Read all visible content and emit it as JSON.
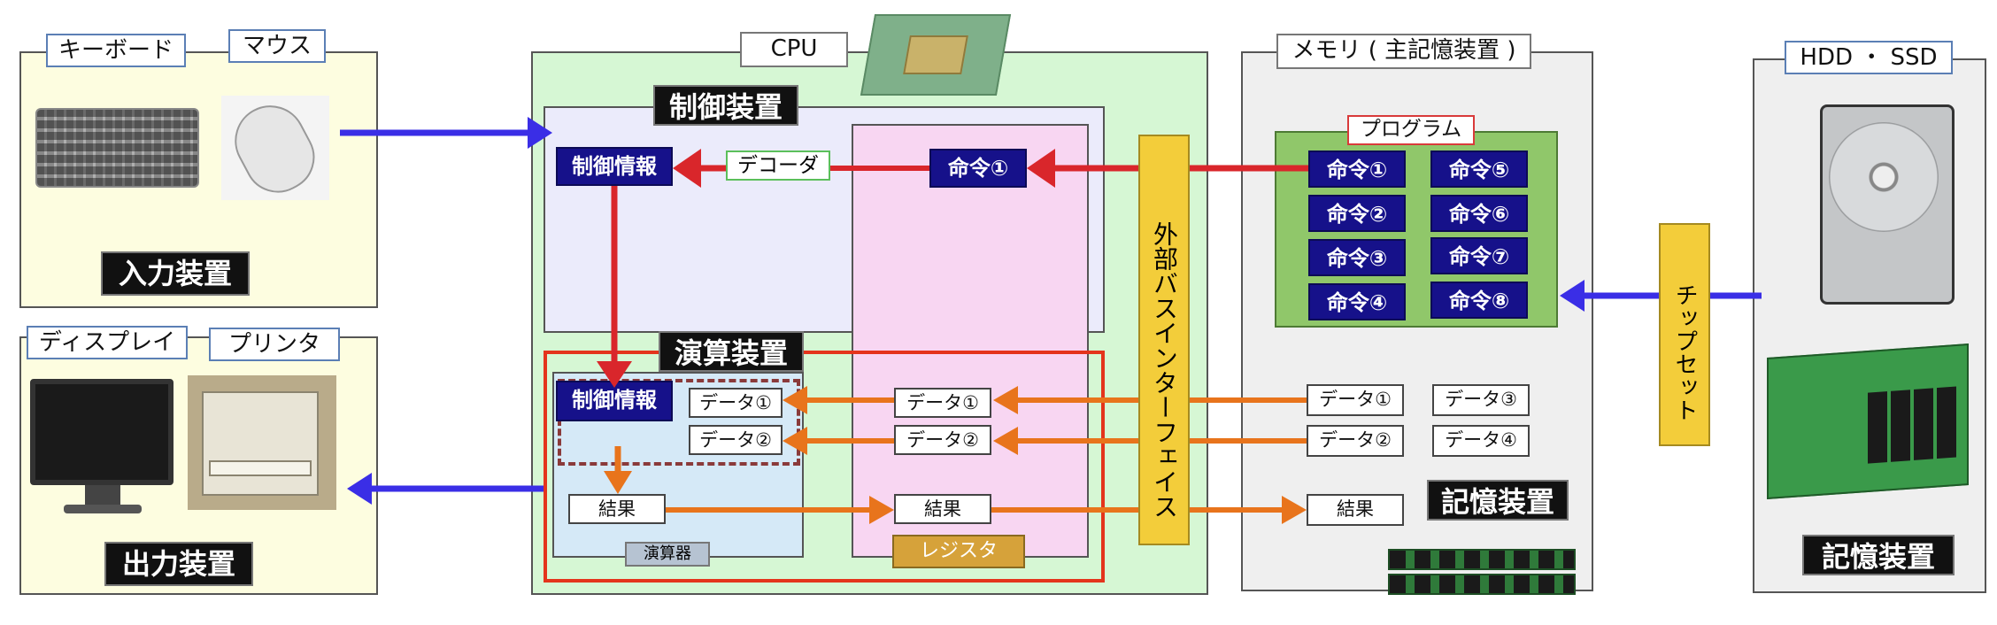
{
  "input": {
    "keyboard": "キーボード",
    "mouse": "マウス",
    "label": "入力装置"
  },
  "output": {
    "display": "ディスプレイ",
    "printer": "プリンタ",
    "label": "出力装置"
  },
  "cpu": {
    "title": "CPU",
    "control_unit": "制御装置",
    "control_info": "制御情報",
    "decoder": "デコーダ",
    "instruction": "命令①",
    "alu_unit": "演算装置",
    "alu_control_info": "制御情報",
    "alu_data1": "データ①",
    "alu_data2": "データ②",
    "alu_result": "結果",
    "alu_name": "演算器",
    "reg_data1": "データ①",
    "reg_data2": "データ②",
    "reg_result": "結果",
    "register_name": "レジスタ"
  },
  "bus": {
    "label": "外部バスインターフェイス"
  },
  "memory": {
    "title": "メモリ ( 主記憶装置 )",
    "program_label": "プログラム",
    "instructions": [
      "命令①",
      "命令⑤",
      "命令②",
      "命令⑥",
      "命令③",
      "命令⑦",
      "命令④",
      "命令⑧"
    ],
    "data": [
      "データ①",
      "データ③",
      "データ②",
      "データ④"
    ],
    "result": "結果",
    "storage_label": "記憶装置"
  },
  "chipset": {
    "label": "チップセット"
  },
  "storage": {
    "title": "HDD ・ SSD",
    "label": "記憶装置"
  },
  "colors": {
    "red_arrow": "#d9262b",
    "orange_arrow": "#e8741c",
    "blue_arrow": "#3a2ee6",
    "bus": "#f3cd3a"
  }
}
